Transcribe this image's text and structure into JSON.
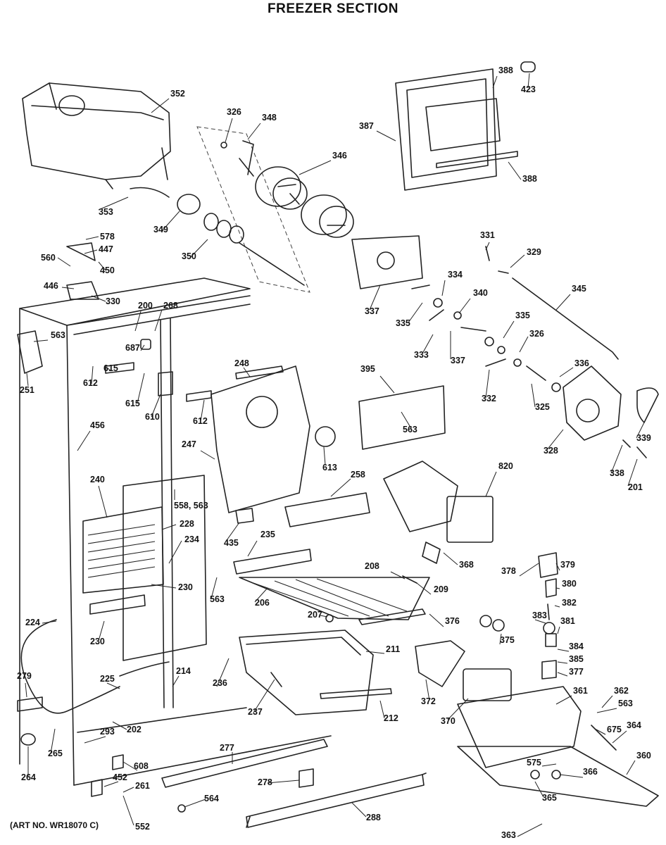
{
  "title": "FREEZER SECTION",
  "art_number": "(ART NO. WR18070 C)",
  "part_labels": [
    "352",
    "326",
    "348",
    "346",
    "388",
    "423",
    "387",
    "388",
    "353",
    "349",
    "350",
    "578",
    "447",
    "560",
    "450",
    "446",
    "330",
    "331",
    "329",
    "345",
    "337",
    "334",
    "335",
    "340",
    "333",
    "337",
    "335",
    "326",
    "336",
    "332",
    "325",
    "328",
    "339",
    "338",
    "201",
    "200",
    "268",
    "563",
    "251",
    "687",
    "612",
    "615",
    "615",
    "610",
    "612",
    "248",
    "395",
    "563",
    "456",
    "247",
    "613",
    "240",
    "558, 563",
    "228",
    "234",
    "258",
    "820",
    "435",
    "235",
    "368",
    "230",
    "563",
    "208",
    "230",
    "209",
    "206",
    "207",
    "376",
    "375",
    "224",
    "214",
    "211",
    "372",
    "370",
    "236",
    "225",
    "279",
    "237",
    "212",
    "202",
    "293",
    "265",
    "264",
    "608",
    "277",
    "452",
    "261",
    "278",
    "564",
    "552",
    "288",
    "378",
    "379",
    "380",
    "382",
    "383",
    "381",
    "384",
    "385",
    "377",
    "361",
    "362",
    "563",
    "675",
    "364",
    "575",
    "366",
    "360",
    "365",
    "363"
  ]
}
